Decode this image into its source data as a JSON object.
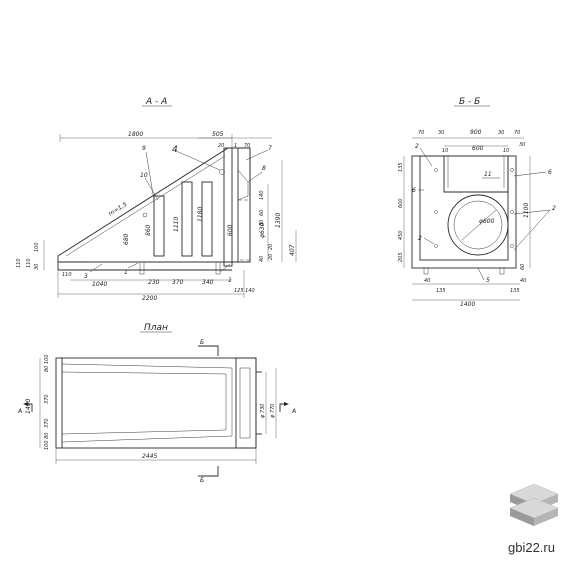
{
  "titles": {
    "section_aa": "А - А",
    "section_bb": "Б - Б",
    "plan": "План"
  },
  "section_aa": {
    "top_overall": "1800",
    "top_right": "505",
    "top_small_1": "20",
    "top_small_2": "70",
    "top_small_3": "1",
    "callout_9": "9",
    "callout_4": "4",
    "callout_8": "8",
    "callout_7": "7",
    "callout_10": "10",
    "callout_3": "3",
    "callout_1": "1",
    "slope": "m=1,5",
    "dim_680": "680",
    "dim_860": "860",
    "dim_1110": "1110",
    "dim_1180": "1180",
    "dim_600": "600",
    "dim_d630": "φ630",
    "dim_1390": "1390",
    "dim_407": "407",
    "left_100": "100",
    "left_110a": "110",
    "left_110b": "110",
    "left_30": "30",
    "left_110c": "110",
    "bot_1040": "1040",
    "bot_230": "230",
    "bot_370": "370",
    "bot_340": "340",
    "bot_overall": "2200",
    "bot_right": "125 140",
    "right_small_a": "140",
    "right_small_b": "60",
    "right_small_c": "60",
    "right_small_d": "20",
    "right_small_e": "20",
    "right_small_f": "40"
  },
  "section_bb": {
    "top_70a": "70",
    "top_30a": "30",
    "top_900": "900",
    "top_30b": "30",
    "top_70b": "70",
    "inner_10a": "10",
    "inner_600": "600",
    "inner_10b": "10",
    "right_30": "30",
    "callout_2a": "2",
    "callout_6a": "6",
    "callout_6b": "6",
    "callout_11": "11",
    "callout_2b": "2",
    "callout_2c": "2",
    "callout_5": "5",
    "dia_600": "φ600",
    "left_135": "135",
    "left_600": "600",
    "left_450": "450",
    "left_205": "205",
    "right_1100": "1100",
    "right_60": "60",
    "bot_40": "40",
    "bot_40b": "40",
    "bot_135": "135",
    "bot_135b": "135",
    "bot_overall": "1400"
  },
  "plan": {
    "mark_b_top": "Б",
    "mark_b_bottom": "Б",
    "mark_a_left": "А",
    "mark_a_right": "А",
    "left_1400": "1400",
    "left_370a": "370",
    "left_370b": "370",
    "left_top_small": "80 100",
    "left_bot_small": "100 80",
    "right_d730": "φ 730",
    "right_d770": "φ 770",
    "bot_2445": "2445"
  },
  "watermark": {
    "site": "gbi22.ru"
  }
}
